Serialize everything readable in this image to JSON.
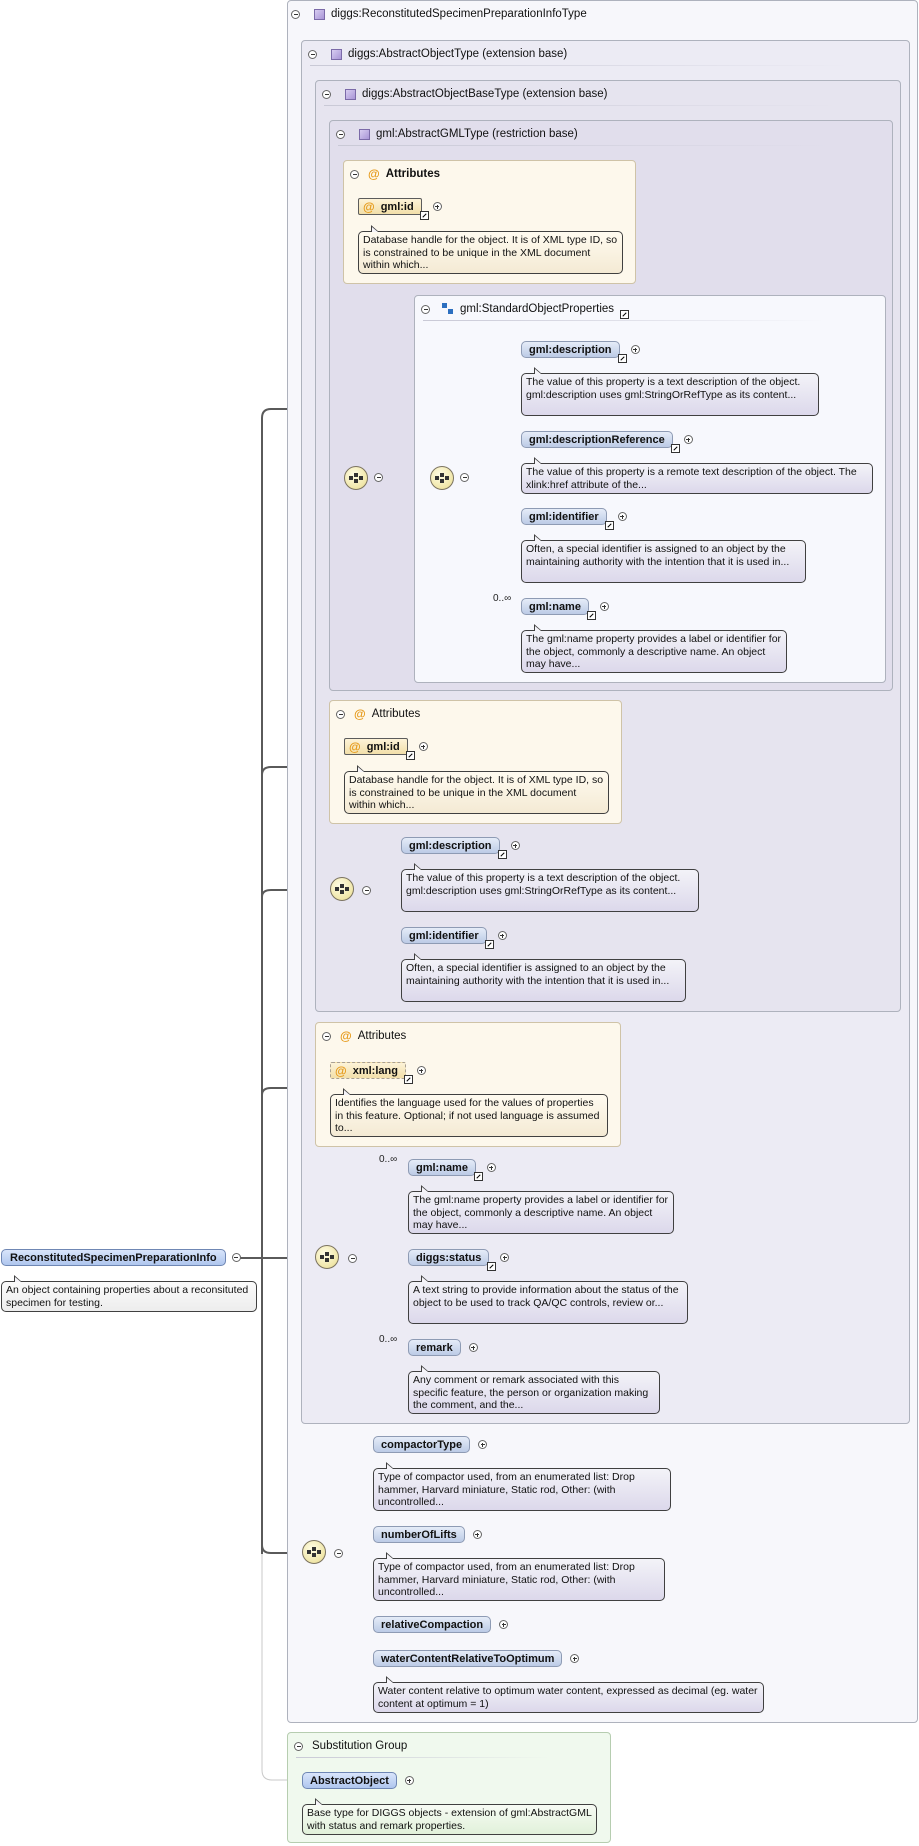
{
  "root": {
    "name": "ReconstitutedSpecimenPreparationInfo",
    "annotation": "An object containing properties about a reconsituted specimen for testing."
  },
  "types": {
    "outer": "diggs:ReconstitutedSpecimenPreparationInfoType",
    "abstract_object": "diggs:AbstractObjectType (extension base)",
    "abstract_object_base": "diggs:AbstractObjectBaseType (extension base)",
    "abstract_gml": "gml:AbstractGMLType (restriction base)"
  },
  "labels": {
    "attributes": "Attributes",
    "standard_object_properties": "gml:StandardObjectProperties",
    "substitution_group": "Substitution Group"
  },
  "gml_type": {
    "attr_id": "gml:id",
    "attr_id_ann": "Database handle for the object. It is of XML type ID, so is constrained to be unique in the XML document within which...",
    "elements": [
      {
        "name": "gml:description",
        "ann": "The value of this property is a text description of the object. gml:description uses gml:StringOrRefType as its content..."
      },
      {
        "name": "gml:descriptionReference",
        "ann": "The value of this property is a remote text description of the object. The xlink:href attribute of the..."
      },
      {
        "name": "gml:identifier",
        "ann": "Often, a special identifier is assigned to an object by the maintaining authority with the intention that it is used in..."
      },
      {
        "name": "gml:name",
        "card": "0..∞",
        "ann": "The gml:name property provides a label or identifier for the object, commonly a descriptive name. An object may have..."
      }
    ]
  },
  "base_type": {
    "attr_id": "gml:id",
    "attr_id_ann": "Database handle for the object. It is of XML type ID, so is constrained to be unique in the XML document within which...",
    "elements": [
      {
        "name": "gml:description",
        "ann": "The value of this property is a text description of the object. gml:description uses gml:StringOrRefType as its content..."
      },
      {
        "name": "gml:identifier",
        "ann": "Often, a special identifier is assigned to an object by the maintaining authority with the intention that it is used in..."
      }
    ]
  },
  "object_type": {
    "attr_lang": "xml:lang",
    "attr_lang_ann": "Identifies the language used for the values of properties in this feature. Optional; if not used language is assumed to...",
    "elements": [
      {
        "name": "gml:name",
        "card": "0..∞",
        "ann": "The gml:name property provides a label or identifier for the object, commonly a descriptive name. An object may have..."
      },
      {
        "name": "diggs:status",
        "ann": "A text string to provide information about the status of the object to be used to track QA/QC controls, review or..."
      },
      {
        "name": "remark",
        "card": "0..∞",
        "ann": "Any comment or remark associated with this specific feature, the person or organization making the comment, and the..."
      }
    ]
  },
  "own": {
    "elements": [
      {
        "name": "compactorType",
        "ann": "Type of compactor used, from an enumerated list: Drop hammer, Harvard miniature, Static rod, Other: (with uncontrolled..."
      },
      {
        "name": "numberOfLifts",
        "ann": "Type of compactor used, from an enumerated list: Drop hammer, Harvard miniature, Static rod, Other: (with uncontrolled..."
      },
      {
        "name": "relativeCompaction"
      },
      {
        "name": "waterContentRelativeToOptimum",
        "ann": "Water content relative to optimum water content, expressed as decimal (eg. water content at optimum = 1)"
      }
    ]
  },
  "substitution": {
    "name": "AbstractObject",
    "ann": "Base type for DIGGS objects - extension of gml:AbstractGML with status and remark properties."
  }
}
